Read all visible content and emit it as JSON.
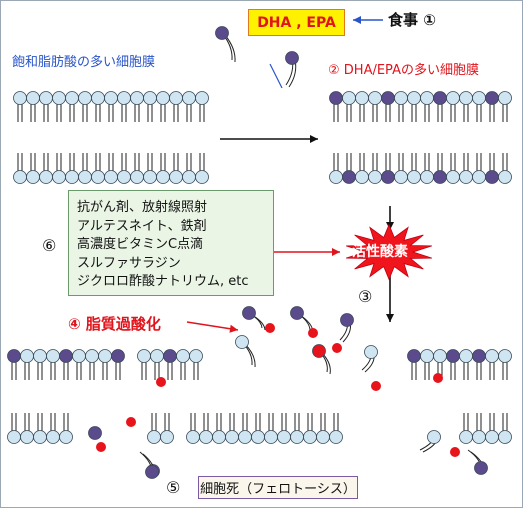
{
  "labels": {
    "dha_epa": "DHA , EPA",
    "meal": "食事 ①",
    "saturated_membrane": "飽和脂肪酸の多い細胞膜",
    "dha_membrane": "② DHA/EPAの多い細胞膜",
    "circle6": "⑥",
    "active_oxygen": "活性酸素",
    "circle3": "③",
    "lipid_peroxidation": "④ 脂質過酸化",
    "circle5": "⑤",
    "cell_death": "細胞死（フェロトーシス）"
  },
  "drugs": [
    "抗がん剤、放射線照射",
    "アルテスネイト、鉄剤",
    "高濃度ビタミンC点滴",
    "スルファサラジン",
    "ジクロロ酢酸ナトリウム, etc"
  ],
  "colors": {
    "light_head": "#cfe6f2",
    "purple_head": "#5b4a8c",
    "red_oxidized": "#e8141c",
    "blue_text": "#2a55c8",
    "red_text": "#e0141c",
    "yellow_box": "#fff200",
    "green_box": "#eaf5e6",
    "burst": "#f0141c"
  }
}
